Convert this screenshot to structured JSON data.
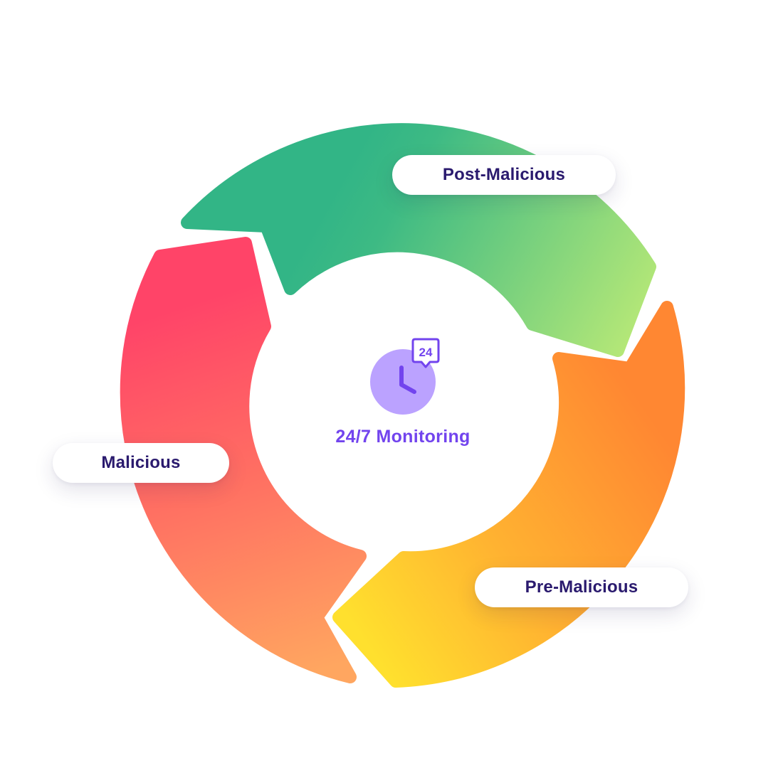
{
  "diagram": {
    "center": {
      "title": "24/7 Monitoring",
      "icon": "clock-24-icon",
      "badge_text": "24"
    },
    "stages": [
      {
        "id": "post",
        "label": "Post-Malicious",
        "gradient": [
          "#32b586",
          "#b4e877"
        ]
      },
      {
        "id": "pre",
        "label": "Pre-Malicious",
        "gradient": [
          "#ffe12d",
          "#ff8732"
        ]
      },
      {
        "id": "mal",
        "label": "Malicious",
        "gradient": [
          "#ff4468",
          "#ffa860"
        ]
      }
    ],
    "colors": {
      "label_text": "#2a1a6e",
      "center_text": "#7244ee",
      "clock_fill": "#bba2ff",
      "clock_stroke": "#7244ee"
    }
  }
}
